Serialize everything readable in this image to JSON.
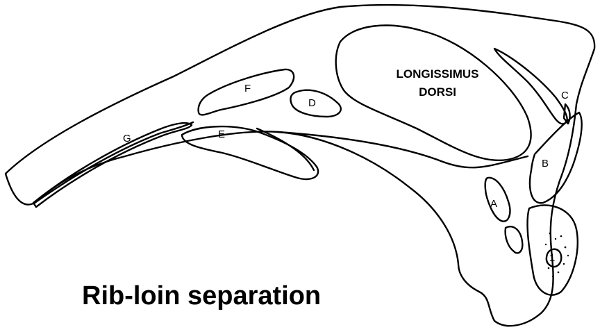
{
  "caption": "Rib-loin separation",
  "main_muscle": {
    "line1": "LONGISSIMUS",
    "line2": "DORSI"
  },
  "labels": {
    "a": "A",
    "b": "B",
    "c": "C",
    "d": "D",
    "e": "E",
    "f": "F",
    "g": "G",
    "one": "1"
  }
}
